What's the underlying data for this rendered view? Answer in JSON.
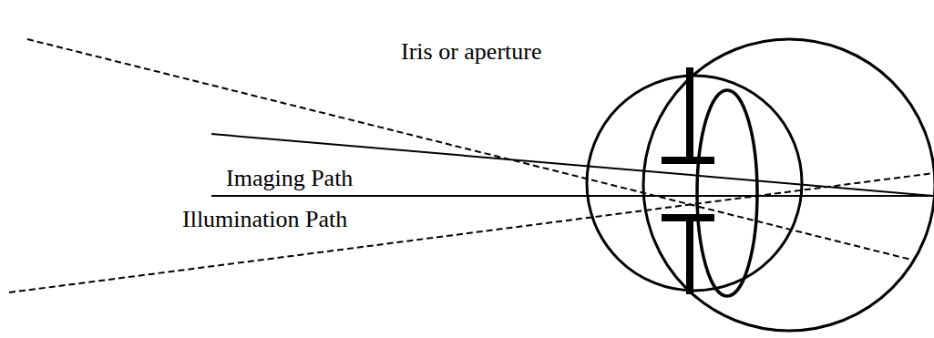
{
  "diagram": {
    "labels": [
      "Iris or aperture",
      "Imaging Path",
      "Illumination Path"
    ]
  }
}
